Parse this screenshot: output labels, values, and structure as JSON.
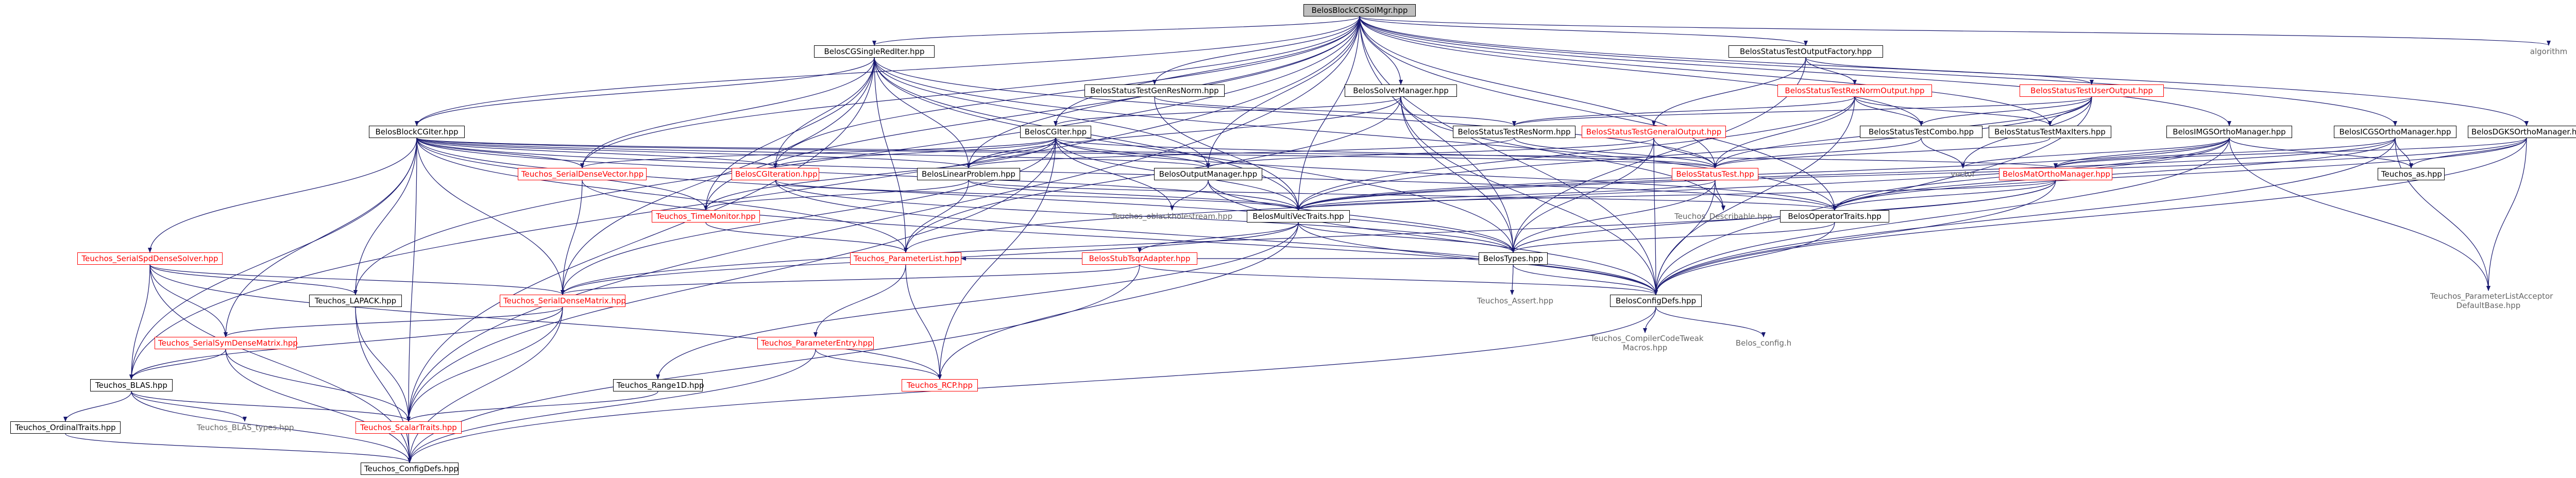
{
  "root": {
    "id": "root",
    "label": "BelosBlockCGSolMgr.hpp"
  },
  "nodes": [
    {
      "id": "root",
      "label": "BelosBlockCGSolMgr.hpp",
      "style": "root"
    },
    {
      "id": "cgsingle",
      "label": "BelosCGSingleRedIter.hpp",
      "style": "plain-box"
    },
    {
      "id": "genresnorm",
      "label": "BelosStatusTestGenResNorm.hpp",
      "style": "plain-box"
    },
    {
      "id": "solvermgr",
      "label": "BelosSolverManager.hpp",
      "style": "plain-box"
    },
    {
      "id": "outfactory",
      "label": "BelosStatusTestOutputFactory.hpp",
      "style": "plain-box"
    },
    {
      "id": "algorithm",
      "label": "algorithm",
      "style": "grey"
    },
    {
      "id": "blockcgiter",
      "label": "BelosBlockCGIter.hpp",
      "style": "plain-box"
    },
    {
      "id": "cgiter",
      "label": "BelosCGIter.hpp",
      "style": "plain-box"
    },
    {
      "id": "resnormout",
      "label": "BelosStatusTestResNormOutput.hpp",
      "style": "red"
    },
    {
      "id": "useroutput",
      "label": "BelosStatusTestUserOutput.hpp",
      "style": "red"
    },
    {
      "id": "imgs",
      "label": "BelosIMGSOrthoManager.hpp",
      "style": "plain-box"
    },
    {
      "id": "icgs",
      "label": "BelosICGSOrthoManager.hpp",
      "style": "plain-box"
    },
    {
      "id": "dgks",
      "label": "BelosDGKSOrthoManager.hpp",
      "style": "plain-box"
    },
    {
      "id": "resnorm",
      "label": "BelosStatusTestResNorm.hpp",
      "style": "plain-box"
    },
    {
      "id": "genoutput",
      "label": "BelosStatusTestGeneralOutput.hpp",
      "style": "red"
    },
    {
      "id": "combo",
      "label": "BelosStatusTestCombo.hpp",
      "style": "plain-box"
    },
    {
      "id": "maxiters",
      "label": "BelosStatusTestMaxIters.hpp",
      "style": "plain-box"
    },
    {
      "id": "serialdensevec",
      "label": "Teuchos_SerialDenseVector.hpp",
      "style": "red"
    },
    {
      "id": "cgiteration",
      "label": "BelosCGIteration.hpp",
      "style": "red"
    },
    {
      "id": "linprob",
      "label": "BelosLinearProblem.hpp",
      "style": "plain-box"
    },
    {
      "id": "outmgr",
      "label": "BelosOutputManager.hpp",
      "style": "plain-box"
    },
    {
      "id": "statustest",
      "label": "BelosStatusTest.hpp",
      "style": "red"
    },
    {
      "id": "vector",
      "label": "vector",
      "style": "grey"
    },
    {
      "id": "matortho",
      "label": "BelosMatOrthoManager.hpp",
      "style": "red"
    },
    {
      "id": "teuchosas",
      "label": "Teuchos_as.hpp",
      "style": "plain-box"
    },
    {
      "id": "timemon",
      "label": "Teuchos_TimeMonitor.hpp",
      "style": "red"
    },
    {
      "id": "oblackhole",
      "label": "Teuchos_oblackholestream.hpp",
      "style": "grey"
    },
    {
      "id": "describable",
      "label": "Teuchos_Describable.hpp",
      "style": "grey"
    },
    {
      "id": "multivec",
      "label": "BelosMultiVecTraits.hpp",
      "style": "plain-box"
    },
    {
      "id": "optraits",
      "label": "BelosOperatorTraits.hpp",
      "style": "plain-box"
    },
    {
      "id": "serialspd",
      "label": "Teuchos_SerialSpdDenseSolver.hpp",
      "style": "red"
    },
    {
      "id": "paramlist",
      "label": "Teuchos_ParameterList.hpp",
      "style": "red"
    },
    {
      "id": "stubtsqr",
      "label": "BelosStubTsqrAdapter.hpp",
      "style": "red"
    },
    {
      "id": "belostypes",
      "label": "BelosTypes.hpp",
      "style": "plain-box"
    },
    {
      "id": "lapack",
      "label": "Teuchos_LAPACK.hpp",
      "style": "plain-box"
    },
    {
      "id": "serialdensemat",
      "label": "Teuchos_SerialDenseMatrix.hpp",
      "style": "red"
    },
    {
      "id": "assertinc",
      "label": "Teuchos_Assert.hpp",
      "style": "grey"
    },
    {
      "id": "configdefs",
      "label": "BelosConfigDefs.hpp",
      "style": "plain-box"
    },
    {
      "id": "placcept",
      "label": "Teuchos_ParameterListAcceptor\nDefaultBase.hpp",
      "style": "grey"
    },
    {
      "id": "paramentry",
      "label": "Teuchos_ParameterEntry.hpp",
      "style": "red"
    },
    {
      "id": "serialsym",
      "label": "Teuchos_SerialSymDenseMatrix.hpp",
      "style": "red"
    },
    {
      "id": "rcp",
      "label": "Teuchos_RCP.hpp",
      "style": "red"
    },
    {
      "id": "compilertweak",
      "label": "Teuchos_CompilerCodeTweak\nMacros.hpp",
      "style": "grey"
    },
    {
      "id": "belosconfig",
      "label": "Belos_config.h",
      "style": "grey"
    },
    {
      "id": "range1d",
      "label": "Teuchos_Range1D.hpp",
      "style": "plain-box"
    },
    {
      "id": "blas",
      "label": "Teuchos_BLAS.hpp",
      "style": "plain-box"
    },
    {
      "id": "scalartraits",
      "label": "Teuchos_ScalarTraits.hpp",
      "style": "red"
    },
    {
      "id": "ordinaltraits",
      "label": "Teuchos_OrdinalTraits.hpp",
      "style": "plain-box"
    },
    {
      "id": "blastypes",
      "label": "Teuchos_BLAS_types.hpp",
      "style": "grey"
    },
    {
      "id": "teuchosconfig",
      "label": "Teuchos_ConfigDefs.hpp",
      "style": "plain-box"
    }
  ],
  "edges": [
    [
      "root",
      "cgsingle"
    ],
    [
      "root",
      "genresnorm"
    ],
    [
      "root",
      "solvermgr"
    ],
    [
      "root",
      "outfactory"
    ],
    [
      "root",
      "algorithm"
    ],
    [
      "root",
      "blockcgiter"
    ],
    [
      "root",
      "cgiter"
    ],
    [
      "root",
      "imgs"
    ],
    [
      "root",
      "icgs"
    ],
    [
      "root",
      "dgks"
    ],
    [
      "root",
      "linprob"
    ],
    [
      "root",
      "outmgr"
    ],
    [
      "root",
      "statustest"
    ],
    [
      "root",
      "combo"
    ],
    [
      "root",
      "maxiters"
    ],
    [
      "root",
      "serialdensevec"
    ],
    [
      "root",
      "cgiteration"
    ],
    [
      "root",
      "timemon"
    ],
    [
      "root",
      "multivec"
    ],
    [
      "root",
      "optraits"
    ],
    [
      "root",
      "belostypes"
    ],
    [
      "root",
      "configdefs"
    ],
    [
      "root",
      "lapack"
    ],
    [
      "root",
      "scalartraits"
    ],
    [
      "root",
      "blas"
    ],
    [
      "cgsingle",
      "linprob"
    ],
    [
      "cgsingle",
      "cgiteration"
    ],
    [
      "cgsingle",
      "multivec"
    ],
    [
      "cgsingle",
      "optraits"
    ],
    [
      "cgsingle",
      "outmgr"
    ],
    [
      "cgsingle",
      "serialdensevec"
    ],
    [
      "cgsingle",
      "serialdensemat"
    ],
    [
      "cgsingle",
      "scalartraits"
    ],
    [
      "cgsingle",
      "paramlist"
    ],
    [
      "cgsingle",
      "timemon"
    ],
    [
      "cgsingle",
      "blockcgiter"
    ],
    [
      "cgsingle",
      "statustest"
    ],
    [
      "cgsingle",
      "belostypes"
    ],
    [
      "genresnorm",
      "resnorm"
    ],
    [
      "genresnorm",
      "multivec"
    ],
    [
      "solvermgr",
      "linprob"
    ],
    [
      "solvermgr",
      "belostypes"
    ],
    [
      "solvermgr",
      "configdefs"
    ],
    [
      "solvermgr",
      "describable"
    ],
    [
      "solvermgr",
      "paramlist"
    ],
    [
      "solvermgr",
      "cgiter"
    ],
    [
      "outfactory",
      "resnormout"
    ],
    [
      "outfactory",
      "useroutput"
    ],
    [
      "outfactory",
      "genoutput"
    ],
    [
      "outfactory",
      "belostypes"
    ],
    [
      "resnormout",
      "resnorm"
    ],
    [
      "resnormout",
      "combo"
    ],
    [
      "resnormout",
      "maxiters"
    ],
    [
      "resnormout",
      "statustest"
    ],
    [
      "resnormout",
      "configdefs"
    ],
    [
      "resnormout",
      "multivec"
    ],
    [
      "useroutput",
      "combo"
    ],
    [
      "useroutput",
      "maxiters"
    ],
    [
      "useroutput",
      "statustest"
    ],
    [
      "useroutput",
      "vector"
    ],
    [
      "useroutput",
      "resnorm"
    ],
    [
      "useroutput",
      "configdefs"
    ],
    [
      "useroutput",
      "multivec"
    ],
    [
      "genoutput",
      "statustest"
    ],
    [
      "genoutput",
      "outmgr"
    ],
    [
      "genoutput",
      "belostypes"
    ],
    [
      "genoutput",
      "configdefs"
    ],
    [
      "resnorm",
      "statustest"
    ],
    [
      "resnorm",
      "linprob"
    ],
    [
      "combo",
      "statustest"
    ],
    [
      "combo",
      "vector"
    ],
    [
      "maxiters",
      "statustest"
    ],
    [
      "blockcgiter",
      "linprob"
    ],
    [
      "blockcgiter",
      "cgiteration"
    ],
    [
      "blockcgiter",
      "multivec"
    ],
    [
      "blockcgiter",
      "optraits"
    ],
    [
      "blockcgiter",
      "outmgr"
    ],
    [
      "blockcgiter",
      "serialdensevec"
    ],
    [
      "blockcgiter",
      "serialdensemat"
    ],
    [
      "blockcgiter",
      "serialspd"
    ],
    [
      "blockcgiter",
      "serialsym"
    ],
    [
      "blockcgiter",
      "lapack"
    ],
    [
      "blockcgiter",
      "blas"
    ],
    [
      "blockcgiter",
      "timemon"
    ],
    [
      "blockcgiter",
      "statustest"
    ],
    [
      "blockcgiter",
      "matortho"
    ],
    [
      "blockcgiter",
      "scalartraits"
    ],
    [
      "blockcgiter",
      "belostypes"
    ],
    [
      "blockcgiter",
      "paramlist"
    ],
    [
      "cgiter",
      "linprob"
    ],
    [
      "cgiter",
      "cgiteration"
    ],
    [
      "cgiter",
      "multivec"
    ],
    [
      "cgiter",
      "optraits"
    ],
    [
      "cgiter",
      "outmgr"
    ],
    [
      "cgiter",
      "serialdensevec"
    ],
    [
      "cgiter",
      "serialdensemat"
    ],
    [
      "cgiter",
      "scalartraits"
    ],
    [
      "cgiter",
      "timemon"
    ],
    [
      "cgiter",
      "statustest"
    ],
    [
      "cgiter",
      "oblackhole"
    ],
    [
      "cgiter",
      "rcp"
    ],
    [
      "imgs",
      "matortho"
    ],
    [
      "imgs",
      "multivec"
    ],
    [
      "imgs",
      "optraits"
    ],
    [
      "imgs",
      "teuchosas"
    ],
    [
      "imgs",
      "configdefs"
    ],
    [
      "imgs",
      "vector"
    ],
    [
      "imgs",
      "placcept"
    ],
    [
      "imgs",
      "paramlist"
    ],
    [
      "icgs",
      "matortho"
    ],
    [
      "icgs",
      "multivec"
    ],
    [
      "icgs",
      "optraits"
    ],
    [
      "icgs",
      "teuchosas"
    ],
    [
      "icgs",
      "configdefs"
    ],
    [
      "icgs",
      "placcept"
    ],
    [
      "dgks",
      "matortho"
    ],
    [
      "dgks",
      "multivec"
    ],
    [
      "dgks",
      "optraits"
    ],
    [
      "dgks",
      "teuchosas"
    ],
    [
      "dgks",
      "configdefs"
    ],
    [
      "dgks",
      "placcept"
    ],
    [
      "matortho",
      "optraits"
    ],
    [
      "matortho",
      "multivec"
    ],
    [
      "matortho",
      "belostypes"
    ],
    [
      "matortho",
      "configdefs"
    ],
    [
      "matortho",
      "serialdensemat"
    ],
    [
      "linprob",
      "multivec"
    ],
    [
      "linprob",
      "optraits"
    ],
    [
      "linprob",
      "timemon"
    ],
    [
      "linprob",
      "paramlist"
    ],
    [
      "outmgr",
      "belostypes"
    ],
    [
      "outmgr",
      "oblackhole"
    ],
    [
      "outmgr",
      "configdefs"
    ],
    [
      "statustest",
      "belostypes"
    ],
    [
      "statustest",
      "configdefs"
    ],
    [
      "statustest",
      "multivec"
    ],
    [
      "statustest",
      "describable"
    ],
    [
      "serialdensevec",
      "serialdensemat"
    ],
    [
      "serialdensevec",
      "configdefs"
    ],
    [
      "cgiteration",
      "belostypes"
    ],
    [
      "cgiteration",
      "multivec"
    ],
    [
      "cgiteration",
      "configdefs"
    ],
    [
      "timemon",
      "paramlist"
    ],
    [
      "multivec",
      "belostypes"
    ],
    [
      "multivec",
      "stubtsqr"
    ],
    [
      "multivec",
      "configdefs"
    ],
    [
      "multivec",
      "range1d"
    ],
    [
      "multivec",
      "serialdensemat"
    ],
    [
      "multivec",
      "rcp"
    ],
    [
      "optraits",
      "belostypes"
    ],
    [
      "optraits",
      "configdefs"
    ],
    [
      "serialspd",
      "serialdensemat"
    ],
    [
      "serialspd",
      "serialsym"
    ],
    [
      "serialspd",
      "lapack"
    ],
    [
      "serialspd",
      "blas"
    ],
    [
      "serialspd",
      "rcp"
    ],
    [
      "serialspd",
      "teuchosconfig"
    ],
    [
      "paramlist",
      "paramentry"
    ],
    [
      "paramlist",
      "rcp"
    ],
    [
      "stubtsqr",
      "configdefs"
    ],
    [
      "stubtsqr",
      "serialdensemat"
    ],
    [
      "stubtsqr",
      "teuchosconfig"
    ],
    [
      "belostypes",
      "configdefs"
    ],
    [
      "belostypes",
      "assertinc"
    ],
    [
      "belostypes",
      "paramlist"
    ],
    [
      "lapack",
      "scalartraits"
    ],
    [
      "lapack",
      "teuchosconfig"
    ],
    [
      "serialdensemat",
      "serialsym"
    ],
    [
      "serialdensemat",
      "blas"
    ],
    [
      "serialdensemat",
      "scalartraits"
    ],
    [
      "serialdensemat",
      "teuchosconfig"
    ],
    [
      "configdefs",
      "compilertweak"
    ],
    [
      "configdefs",
      "belosconfig"
    ],
    [
      "configdefs",
      "teuchosconfig"
    ],
    [
      "paramentry",
      "rcp"
    ],
    [
      "paramentry",
      "teuchosconfig"
    ],
    [
      "serialsym",
      "blas"
    ],
    [
      "serialsym",
      "scalartraits"
    ],
    [
      "serialsym",
      "teuchosconfig"
    ],
    [
      "range1d",
      "scalartraits"
    ],
    [
      "blas",
      "scalartraits"
    ],
    [
      "blas",
      "ordinaltraits"
    ],
    [
      "blas",
      "blastypes"
    ],
    [
      "blas",
      "teuchosconfig"
    ],
    [
      "scalartraits",
      "teuchosconfig"
    ],
    [
      "ordinaltraits",
      "teuchosconfig"
    ]
  ],
  "colors": {
    "edge": "#191970",
    "red": "#ff0000",
    "root_fill": "#bfbfbf",
    "grey_border": "#bfbfbf"
  }
}
